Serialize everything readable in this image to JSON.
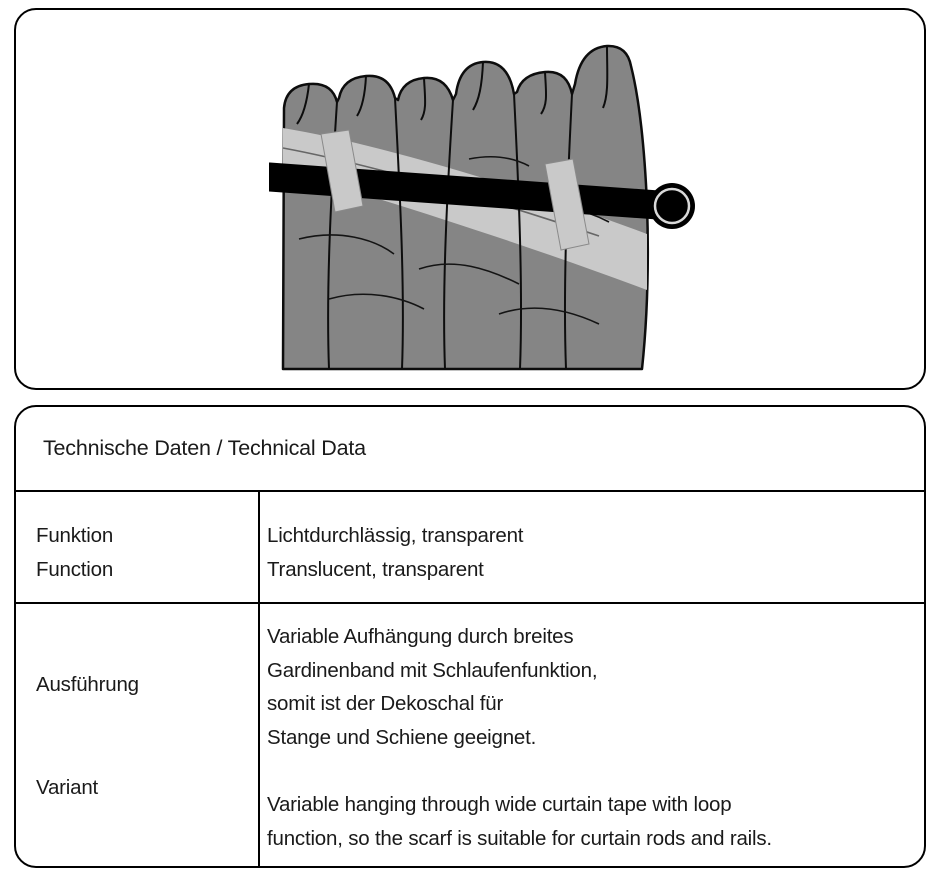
{
  "illustration": {
    "name": "curtain-on-rod-diagram",
    "curtain_color": "#858585",
    "tape_color": "#c9c9c9",
    "rod_color": "#000000"
  },
  "table": {
    "title": "Technische Daten / Technical Data",
    "row1": {
      "labels": [
        "Funktion",
        "Function"
      ],
      "values": [
        "Lichtdurchlässig, transparent",
        "Translucent, transparent"
      ]
    },
    "row2": {
      "labels": [
        "Ausführung",
        "Variant"
      ],
      "german": [
        "Variable Aufhängung durch breites",
        "Gardinenband mit Schlaufenfunktion,",
        "somit ist der Dekoschal für",
        "Stange und Schiene geeignet."
      ],
      "english": [
        "Variable hanging through wide curtain tape with loop",
        "function, so the scarf is suitable for curtain rods and rails."
      ]
    }
  }
}
